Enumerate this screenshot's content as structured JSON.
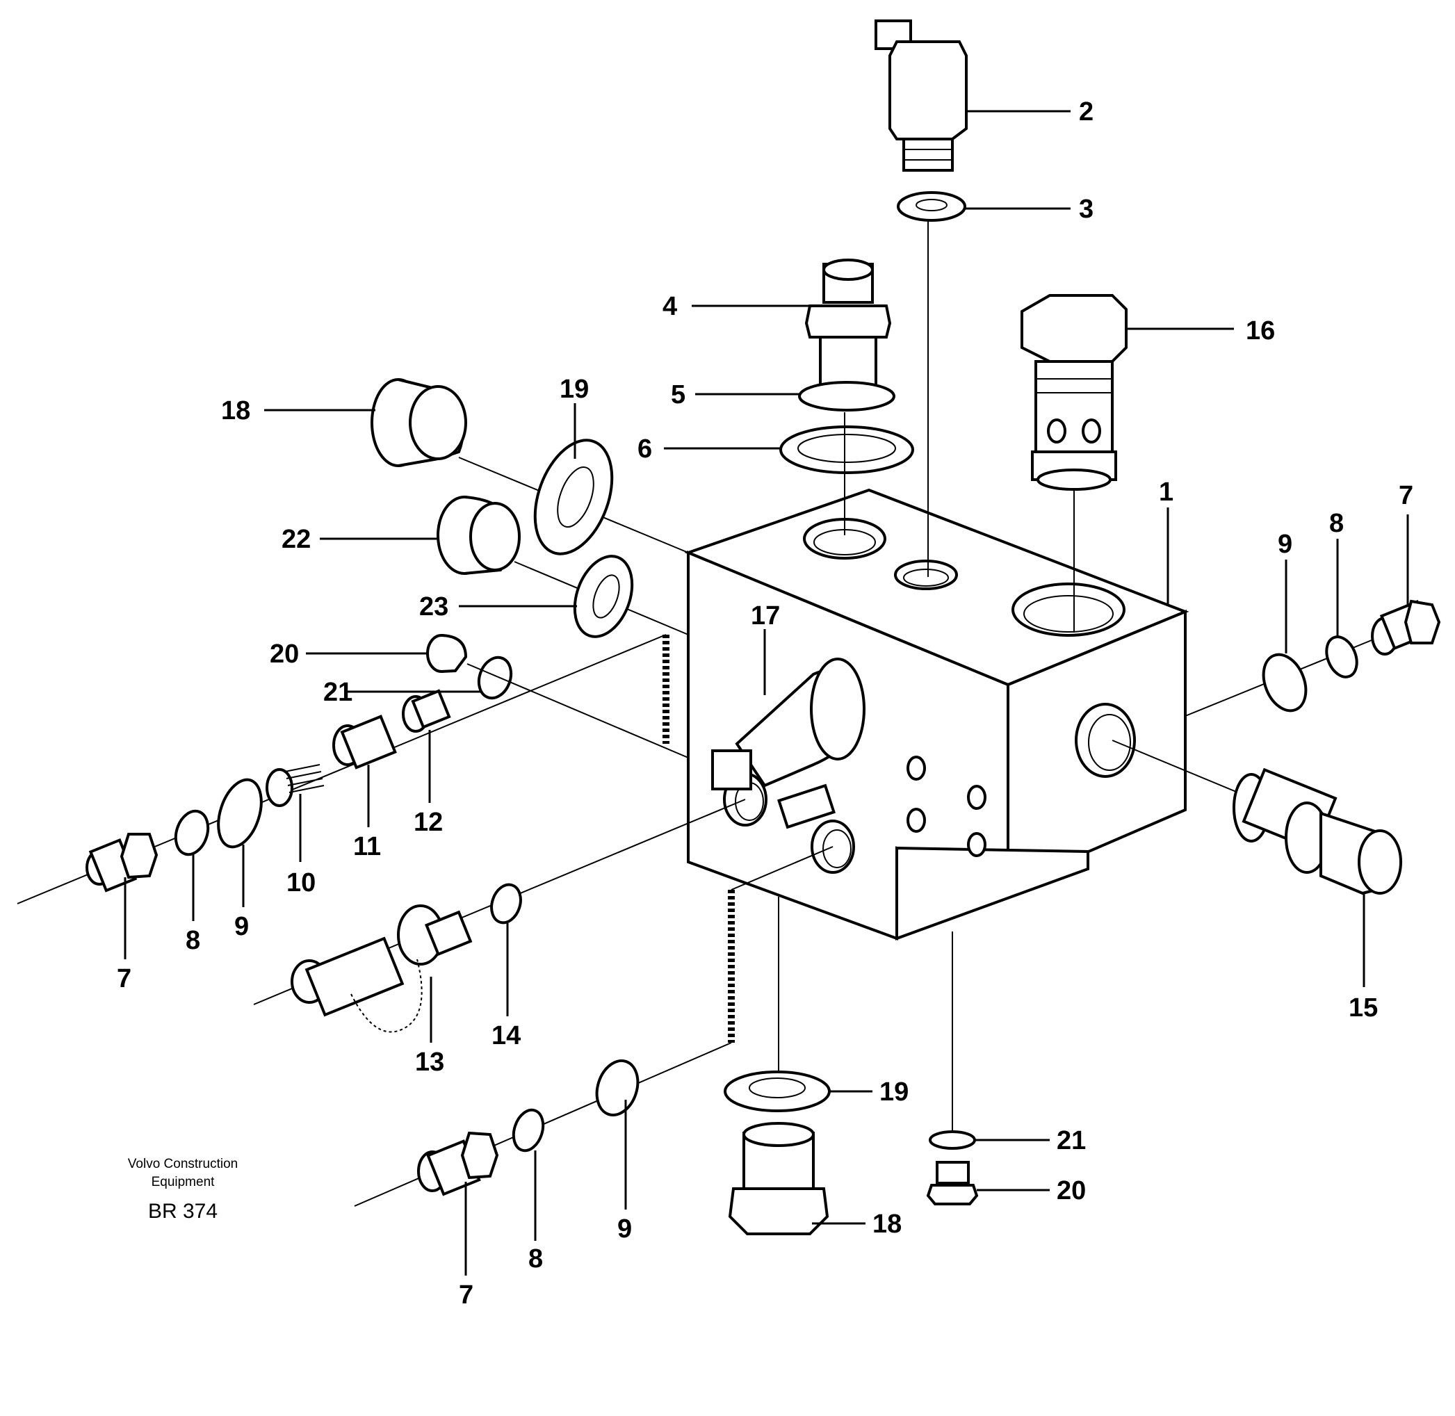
{
  "credit": {
    "line1": "Volvo Construction",
    "line2": "Equipment",
    "code": "BR 374"
  },
  "callouts": [
    {
      "id": "c1",
      "label": "1"
    },
    {
      "id": "c2",
      "label": "2"
    },
    {
      "id": "c3",
      "label": "3"
    },
    {
      "id": "c4",
      "label": "4"
    },
    {
      "id": "c5",
      "label": "5"
    },
    {
      "id": "c6",
      "label": "6"
    },
    {
      "id": "c7a",
      "label": "7"
    },
    {
      "id": "c7b",
      "label": "7"
    },
    {
      "id": "c7c",
      "label": "7"
    },
    {
      "id": "c8a",
      "label": "8"
    },
    {
      "id": "c8b",
      "label": "8"
    },
    {
      "id": "c8c",
      "label": "8"
    },
    {
      "id": "c9a",
      "label": "9"
    },
    {
      "id": "c9b",
      "label": "9"
    },
    {
      "id": "c9c",
      "label": "9"
    },
    {
      "id": "c10",
      "label": "10"
    },
    {
      "id": "c11",
      "label": "11"
    },
    {
      "id": "c12",
      "label": "12"
    },
    {
      "id": "c13",
      "label": "13"
    },
    {
      "id": "c14",
      "label": "14"
    },
    {
      "id": "c15",
      "label": "15"
    },
    {
      "id": "c16",
      "label": "16"
    },
    {
      "id": "c17",
      "label": "17"
    },
    {
      "id": "c18a",
      "label": "18"
    },
    {
      "id": "c18b",
      "label": "18"
    },
    {
      "id": "c19a",
      "label": "19"
    },
    {
      "id": "c19b",
      "label": "19"
    },
    {
      "id": "c20a",
      "label": "20"
    },
    {
      "id": "c20b",
      "label": "20"
    },
    {
      "id": "c21a",
      "label": "21"
    },
    {
      "id": "c21b",
      "label": "21"
    },
    {
      "id": "c22",
      "label": "22"
    },
    {
      "id": "c23",
      "label": "23"
    }
  ]
}
